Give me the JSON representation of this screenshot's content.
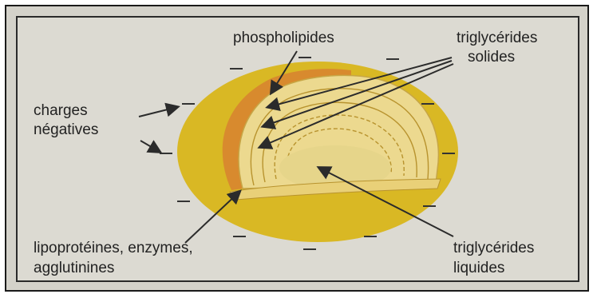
{
  "labels": {
    "phospholipids": "phospholipides",
    "tg_solid_line1": "triglycérides",
    "tg_solid_line2": "solides",
    "charges_line1": "charges",
    "charges_line2": "négatives",
    "lipo_line1": "lipoprotéines, enzymes,",
    "lipo_line2": "agglutinines",
    "tg_liquid_line1": "triglycérides",
    "tg_liquid_line2": "liquides"
  },
  "colors": {
    "background": "#dcdad2",
    "outer_membrane": "#d9b824",
    "phospholipid_layer": "#d88a2e",
    "solid_layers": "#ecd98f",
    "liquid_core": "#e6d58a",
    "arrow": "#2b2b2b"
  }
}
